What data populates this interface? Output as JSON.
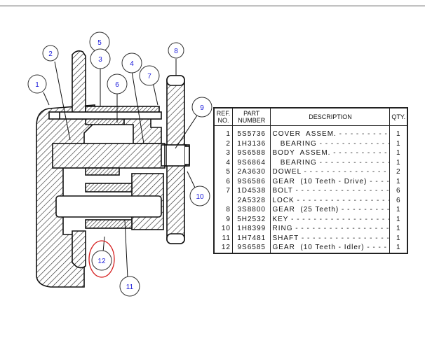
{
  "callouts": [
    "1",
    "2",
    "3",
    "4",
    "5",
    "6",
    "7",
    "8",
    "9",
    "10",
    "11",
    "12"
  ],
  "highlight_color": "#d62020",
  "callout_text_color": "#1a1adb",
  "table": {
    "headers": {
      "ref": "REF. NO.",
      "part": "PART NUMBER",
      "desc": "DESCRIPTION",
      "qty": "QTY."
    },
    "rows": [
      {
        "ref": "1",
        "part": "5S5736",
        "desc": "COVER  ASSEM.",
        "qty": "1"
      },
      {
        "ref": "2",
        "part": "1H3136",
        "desc": "   BEARING",
        "qty": "1"
      },
      {
        "ref": "3",
        "part": "9S6588",
        "desc": "BODY  ASSEM.",
        "qty": "1"
      },
      {
        "ref": "4",
        "part": "9S6864",
        "desc": "   BEARING",
        "qty": "1"
      },
      {
        "ref": "5",
        "part": "2A3630",
        "desc": "DOWEL",
        "qty": "2"
      },
      {
        "ref": "6",
        "part": "9S6586",
        "desc": "GEAR  (10 Teeth - Drive)",
        "qty": "1"
      },
      {
        "ref": "7",
        "part": "1D4538",
        "desc": "BOLT",
        "qty": "6"
      },
      {
        "ref": "",
        "part": "2A5328",
        "desc": "LOCK",
        "qty": "6"
      },
      {
        "ref": "8",
        "part": "3S8800",
        "desc": "GEAR  (25 Teeth)",
        "qty": "1"
      },
      {
        "ref": "9",
        "part": "5H2532",
        "desc": "KEY",
        "qty": "1"
      },
      {
        "ref": "10",
        "part": "1H8399",
        "desc": "RING",
        "qty": "1"
      },
      {
        "ref": "11",
        "part": "1H7481",
        "desc": "SHAFT",
        "qty": "1"
      },
      {
        "ref": "12",
        "part": "9S6585",
        "desc": "GEAR  (10 Teeth - Idler)",
        "qty": "1"
      }
    ]
  }
}
